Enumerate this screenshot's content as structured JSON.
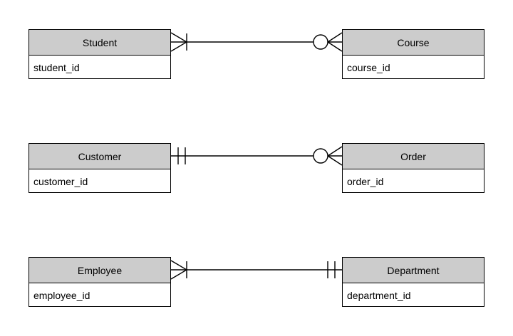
{
  "diagram": {
    "type": "entity-relationship-diagram",
    "notation": "crows-foot",
    "background_color": "#ffffff",
    "entity_header_color": "#cccccc",
    "entity_body_color": "#ffffff",
    "line_color": "#000000",
    "entities": [
      {
        "id": "student",
        "name": "Student",
        "attributes": [
          "student_id"
        ]
      },
      {
        "id": "course",
        "name": "Course",
        "attributes": [
          "course_id"
        ]
      },
      {
        "id": "customer",
        "name": "Customer",
        "attributes": [
          "customer_id"
        ]
      },
      {
        "id": "order",
        "name": "Order",
        "attributes": [
          "order_id"
        ]
      },
      {
        "id": "employee",
        "name": "Employee",
        "attributes": [
          "employee_id"
        ]
      },
      {
        "id": "department",
        "name": "Department",
        "attributes": [
          "department_id"
        ]
      }
    ],
    "relationships": [
      {
        "id": "student-course",
        "from": "student",
        "to": "course",
        "from_cardinality": "one-or-many",
        "to_cardinality": "zero-or-many",
        "label": ""
      },
      {
        "id": "customer-order",
        "from": "customer",
        "to": "order",
        "from_cardinality": "exactly-one",
        "to_cardinality": "zero-or-many",
        "label": ""
      },
      {
        "id": "employee-department",
        "from": "employee",
        "to": "department",
        "from_cardinality": "one-or-many",
        "to_cardinality": "exactly-one",
        "label": ""
      }
    ]
  }
}
